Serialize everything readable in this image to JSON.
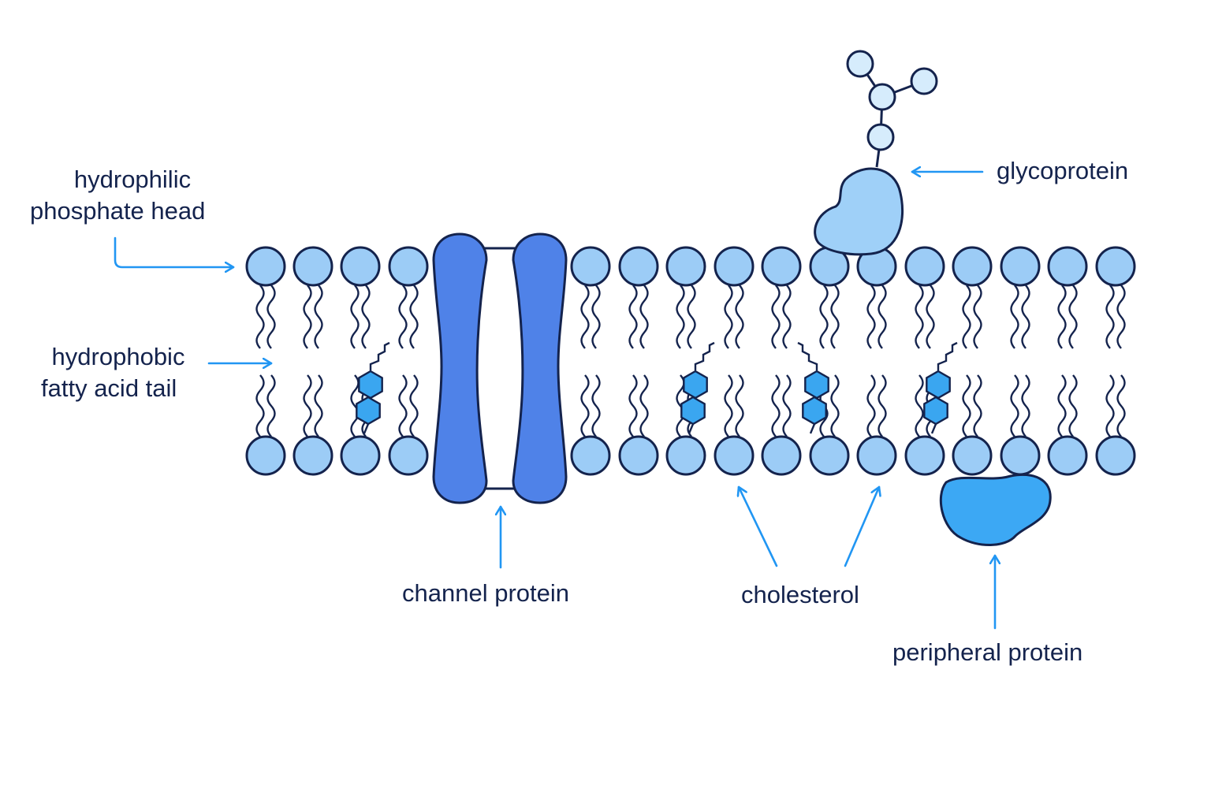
{
  "labels": {
    "phosphate_head": {
      "line1": "hydrophilic",
      "line2": "phosphate head"
    },
    "fatty_acid_tail": {
      "line1": "hydrophobic",
      "line2": "fatty acid tail"
    },
    "channel_protein": "channel protein",
    "cholesterol": "cholesterol",
    "peripheral_protein": "peripheral protein",
    "glycoprotein": "glycoprotein"
  },
  "colors": {
    "head_fill": "#9cccf6",
    "outline": "#14234d",
    "arrow": "#2196f3",
    "channel_protein": "#4f82e8",
    "cholesterol": "#3aa6f0",
    "peripheral_protein": "#3ca8f4",
    "glycoprotein": "#9fd0f8",
    "sugar": "#d6ecfc"
  },
  "icons": [
    "phospholipid-icon",
    "cholesterol-icon",
    "arrow-icon"
  ]
}
